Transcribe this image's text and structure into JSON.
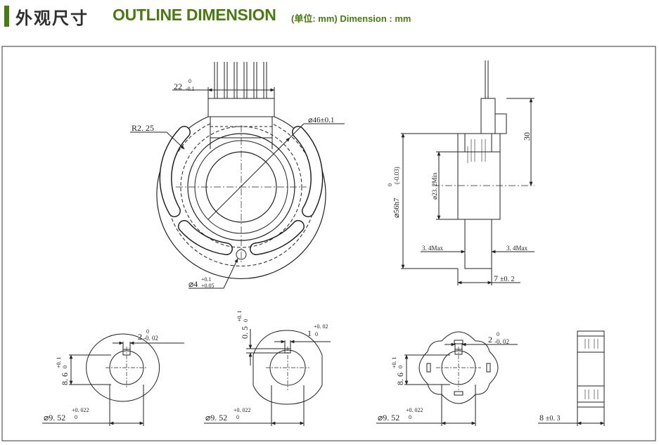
{
  "header": {
    "title_cn": "外观尺寸",
    "title_en": "OUTLINE DIMENSION",
    "unit_cn": "(单位: mm)",
    "unit_en": "Dimension : mm",
    "accent_color": "#4a7a12"
  },
  "front_view": {
    "width_dim": "22",
    "width_tol_upper": "0",
    "width_tol_lower": "-0.1",
    "radius_label": "R2. 25",
    "outer_dia": "⌀46±0.1",
    "hole_dia": "⌀4",
    "hole_tol_upper": "+0.1",
    "hole_tol_lower": "+0.05"
  },
  "side_view": {
    "body_dia": "⌀56h7",
    "body_tol": "(-0.03)",
    "body_tol_zero": "0",
    "inner_min": "⌀23. 2Min",
    "height": "30",
    "left_max": "3. 4Max",
    "right_max": "3. 4Max",
    "thickness": "7",
    "thickness_tol": "±0. 2"
  },
  "shaft_views": [
    {
      "dia": "⌀9. 52",
      "dia_tol_upper": "+0. 022",
      "dia_tol_lower": "0",
      "key_width": "2",
      "key_tol_upper": "0",
      "key_tol_lower": "-0. 02",
      "flat_dim": "8. 6",
      "flat_tol_upper": "+0. 1",
      "flat_tol_lower": "0"
    },
    {
      "dia": "⌀9. 52",
      "dia_tol_upper": "+0. 022",
      "dia_tol_lower": "0",
      "key_width": "1",
      "key_tol_upper": "+0. 02",
      "key_tol_lower": "0",
      "depth": "0. 5",
      "depth_tol_upper": "+0. 1",
      "depth_tol_lower": "0"
    },
    {
      "dia": "⌀9. 52",
      "dia_tol_upper": "+0. 022",
      "dia_tol_lower": "0",
      "key_width": "2",
      "key_tol_upper": "0",
      "key_tol_lower": "-0. 02",
      "flat_dim": "8. 6",
      "flat_tol_upper": "+0. 1",
      "flat_tol_lower": "0"
    }
  ],
  "sleeve_view": {
    "width": "8",
    "width_tol": "±0. 3"
  }
}
